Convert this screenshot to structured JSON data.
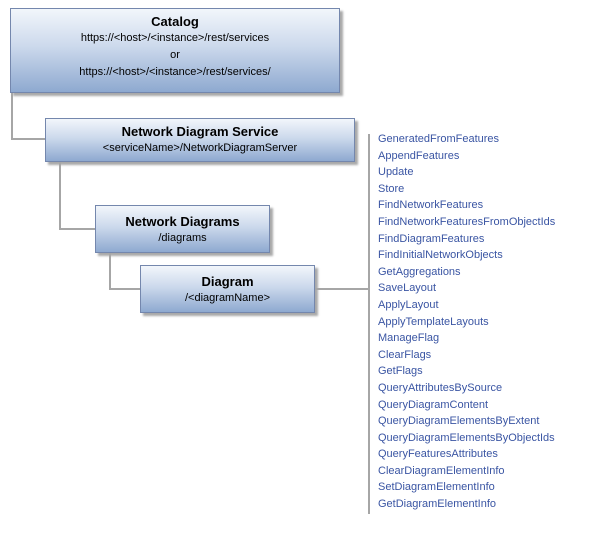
{
  "nodes": {
    "catalog": {
      "title": "Catalog",
      "url1": "https://<host>/<instance>/rest/services",
      "or_label": "or",
      "url2": "https://<host>/<instance>/rest/services/"
    },
    "service": {
      "title": "Network Diagram Service",
      "path": "<serviceName>/NetworkDiagramServer"
    },
    "diagrams": {
      "title": "Network Diagrams",
      "path": "/diagrams"
    },
    "diagram": {
      "title": "Diagram",
      "path": "/<diagramName>"
    }
  },
  "operations": [
    "GeneratedFromFeatures",
    "AppendFeatures",
    "Update",
    "Store",
    "FindNetworkFeatures",
    "FindNetworkFeaturesFromObjectIds",
    "FindDiagramFeatures",
    "FindInitialNetworkObjects",
    "GetAggregations",
    "SaveLayout",
    "ApplyLayout",
    "ApplyTemplateLayouts",
    "ManageFlag",
    "ClearFlags",
    "GetFlags",
    "QueryAttributesBySource",
    "QueryDiagramContent",
    "QueryDiagramElementsByExtent",
    "QueryDiagramElementsByObjectIds",
    "QueryFeaturesAttributes",
    "ClearDiagramElementInfo",
    "SetDiagramElementInfo",
    "GetDiagramElementInfo"
  ],
  "colors": {
    "box_gradient_top": "#f2f6fb",
    "box_gradient_bottom": "#8ea9d0",
    "box_border": "#7487ad",
    "box_shadow": "#a9a9a9",
    "connector": "#a6a6a6",
    "operation_text": "#3a55a3",
    "node_text": "#000000",
    "background": "#ffffff"
  }
}
